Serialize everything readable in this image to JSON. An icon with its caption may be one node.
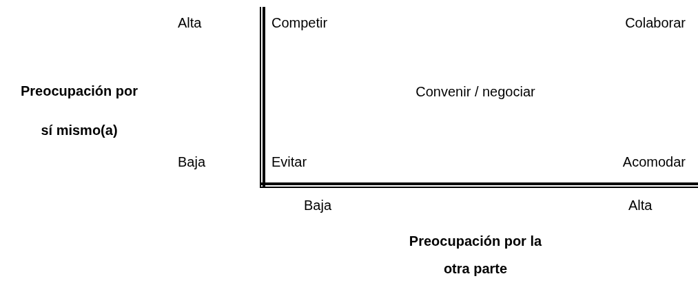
{
  "diagram": {
    "labels": [
      "Alta",
      "Competir",
      "Colaborar",
      "Preocupación por sí mismo(a)",
      "Convenir / negociar",
      "Baja",
      "Evitar",
      "Acomodar",
      "Baja",
      "Alta",
      "Preocupación por la otra parte"
    ]
  }
}
